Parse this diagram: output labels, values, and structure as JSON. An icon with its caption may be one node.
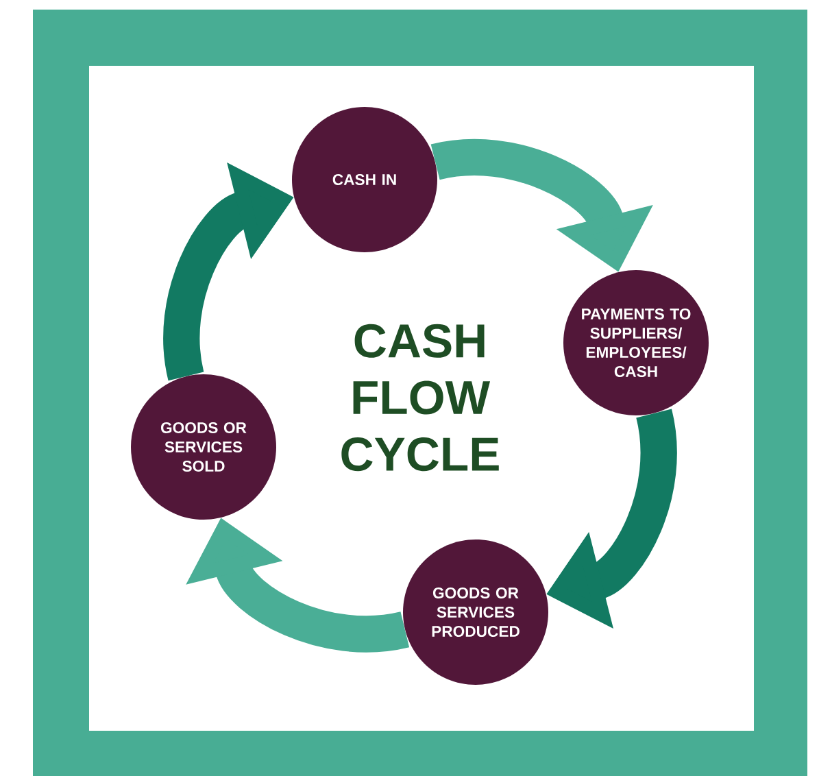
{
  "diagram": {
    "title": "CASH FLOW CYCLE",
    "nodes": [
      {
        "text": [
          "CASH IN"
        ]
      },
      {
        "text": [
          "PAYMENTS TO SUPPLIERS/ EMPLOYEES/ CASH"
        ]
      },
      {
        "text": [
          "GOODS OR SERVICES PRODUCED"
        ]
      },
      {
        "text": [
          "GOODS OR SERVICES SOLD"
        ]
      }
    ],
    "edges": [
      {
        "from": 0,
        "to": 1,
        "arrow": "to",
        "color": "#4aae96"
      },
      {
        "from": 1,
        "to": 2,
        "arrow": "to",
        "color": "#127a62"
      },
      {
        "from": 2,
        "to": 3,
        "arrow": "to",
        "color": "#4aae96"
      },
      {
        "from": 3,
        "to": 0,
        "arrow": "to",
        "color": "#127a62"
      }
    ]
  }
}
